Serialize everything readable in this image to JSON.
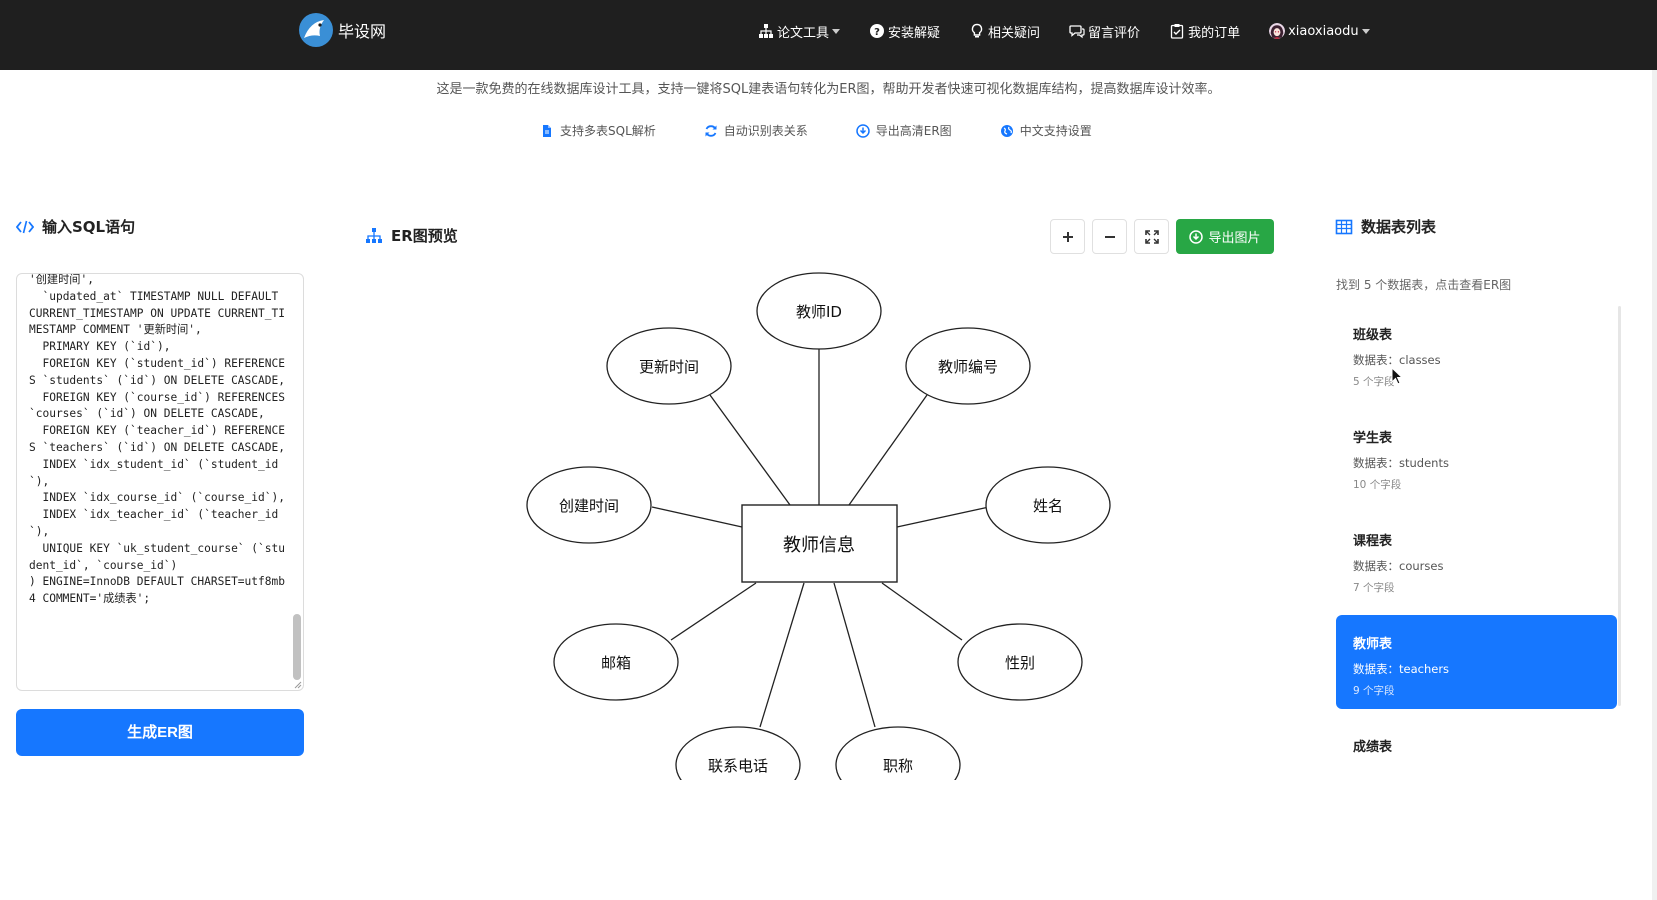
{
  "nav": {
    "brand": "毕设网",
    "items": [
      {
        "label": "论文工具",
        "icon": "sitemap-icon",
        "dropdown": true
      },
      {
        "label": "安装解疑",
        "icon": "question-circle-icon",
        "dropdown": false
      },
      {
        "label": "相关疑问",
        "icon": "lightbulb-icon",
        "dropdown": false
      },
      {
        "label": "留言评价",
        "icon": "comments-icon",
        "dropdown": false
      },
      {
        "label": "我的订单",
        "icon": "clipboard-check-icon",
        "dropdown": false
      }
    ],
    "user": "xiaoxiaodu"
  },
  "hero": {
    "tagline": "这是一款免费的在线数据库设计工具，支持一键将SQL建表语句转化为ER图，帮助开发者快速可视化数据库结构，提高数据库设计效率。",
    "features": [
      {
        "label": "支持多表SQL解析",
        "icon": "file-icon"
      },
      {
        "label": "自动识别表关系",
        "icon": "sync-icon"
      },
      {
        "label": "导出高清ER图",
        "icon": "download-circle-icon"
      },
      {
        "label": "中文支持设置",
        "icon": "globe-icon"
      }
    ]
  },
  "left": {
    "title": "输入SQL语句",
    "sql_text": "'创建时间',\n  `updated_at` TIMESTAMP NULL DEFAULT CURRENT_TIMESTAMP ON UPDATE CURRENT_TIMESTAMP COMMENT '更新时间',\n  PRIMARY KEY (`id`),\n  FOREIGN KEY (`student_id`) REFERENCES `students` (`id`) ON DELETE CASCADE,\n  FOREIGN KEY (`course_id`) REFERENCES `courses` (`id`) ON DELETE CASCADE,\n  FOREIGN KEY (`teacher_id`) REFERENCES `teachers` (`id`) ON DELETE CASCADE,\n  INDEX `idx_student_id` (`student_id`),\n  INDEX `idx_course_id` (`course_id`),\n  INDEX `idx_teacher_id` (`teacher_id`),\n  UNIQUE KEY `uk_student_course` (`student_id`, `course_id`)\n) ENGINE=InnoDB DEFAULT CHARSET=utf8mb4 COMMENT='成绩表';",
    "generate_label": "生成ER图"
  },
  "center": {
    "title": "ER图预览",
    "export_label": "导出图片",
    "entity": "教师信息",
    "attributes": [
      "教师ID",
      "教师编号",
      "姓名",
      "性别",
      "职称",
      "联系电话",
      "邮箱",
      "创建时间",
      "更新时间"
    ]
  },
  "right": {
    "title": "数据表列表",
    "hint": "找到 5 个数据表，点击查看ER图",
    "tables": [
      {
        "name": "班级表",
        "db": "数据表：classes",
        "count": "5 个字段",
        "active": false
      },
      {
        "name": "学生表",
        "db": "数据表：students",
        "count": "10 个字段",
        "active": false
      },
      {
        "name": "课程表",
        "db": "数据表：courses",
        "count": "7 个字段",
        "active": false
      },
      {
        "name": "教师表",
        "db": "数据表：teachers",
        "count": "9 个字段",
        "active": true
      },
      {
        "name": "成绩表",
        "db": "",
        "count": "",
        "active": false
      }
    ]
  },
  "colors": {
    "nav_bg": "#1f1f1f",
    "primary": "#1677ff",
    "success": "#28a745"
  }
}
